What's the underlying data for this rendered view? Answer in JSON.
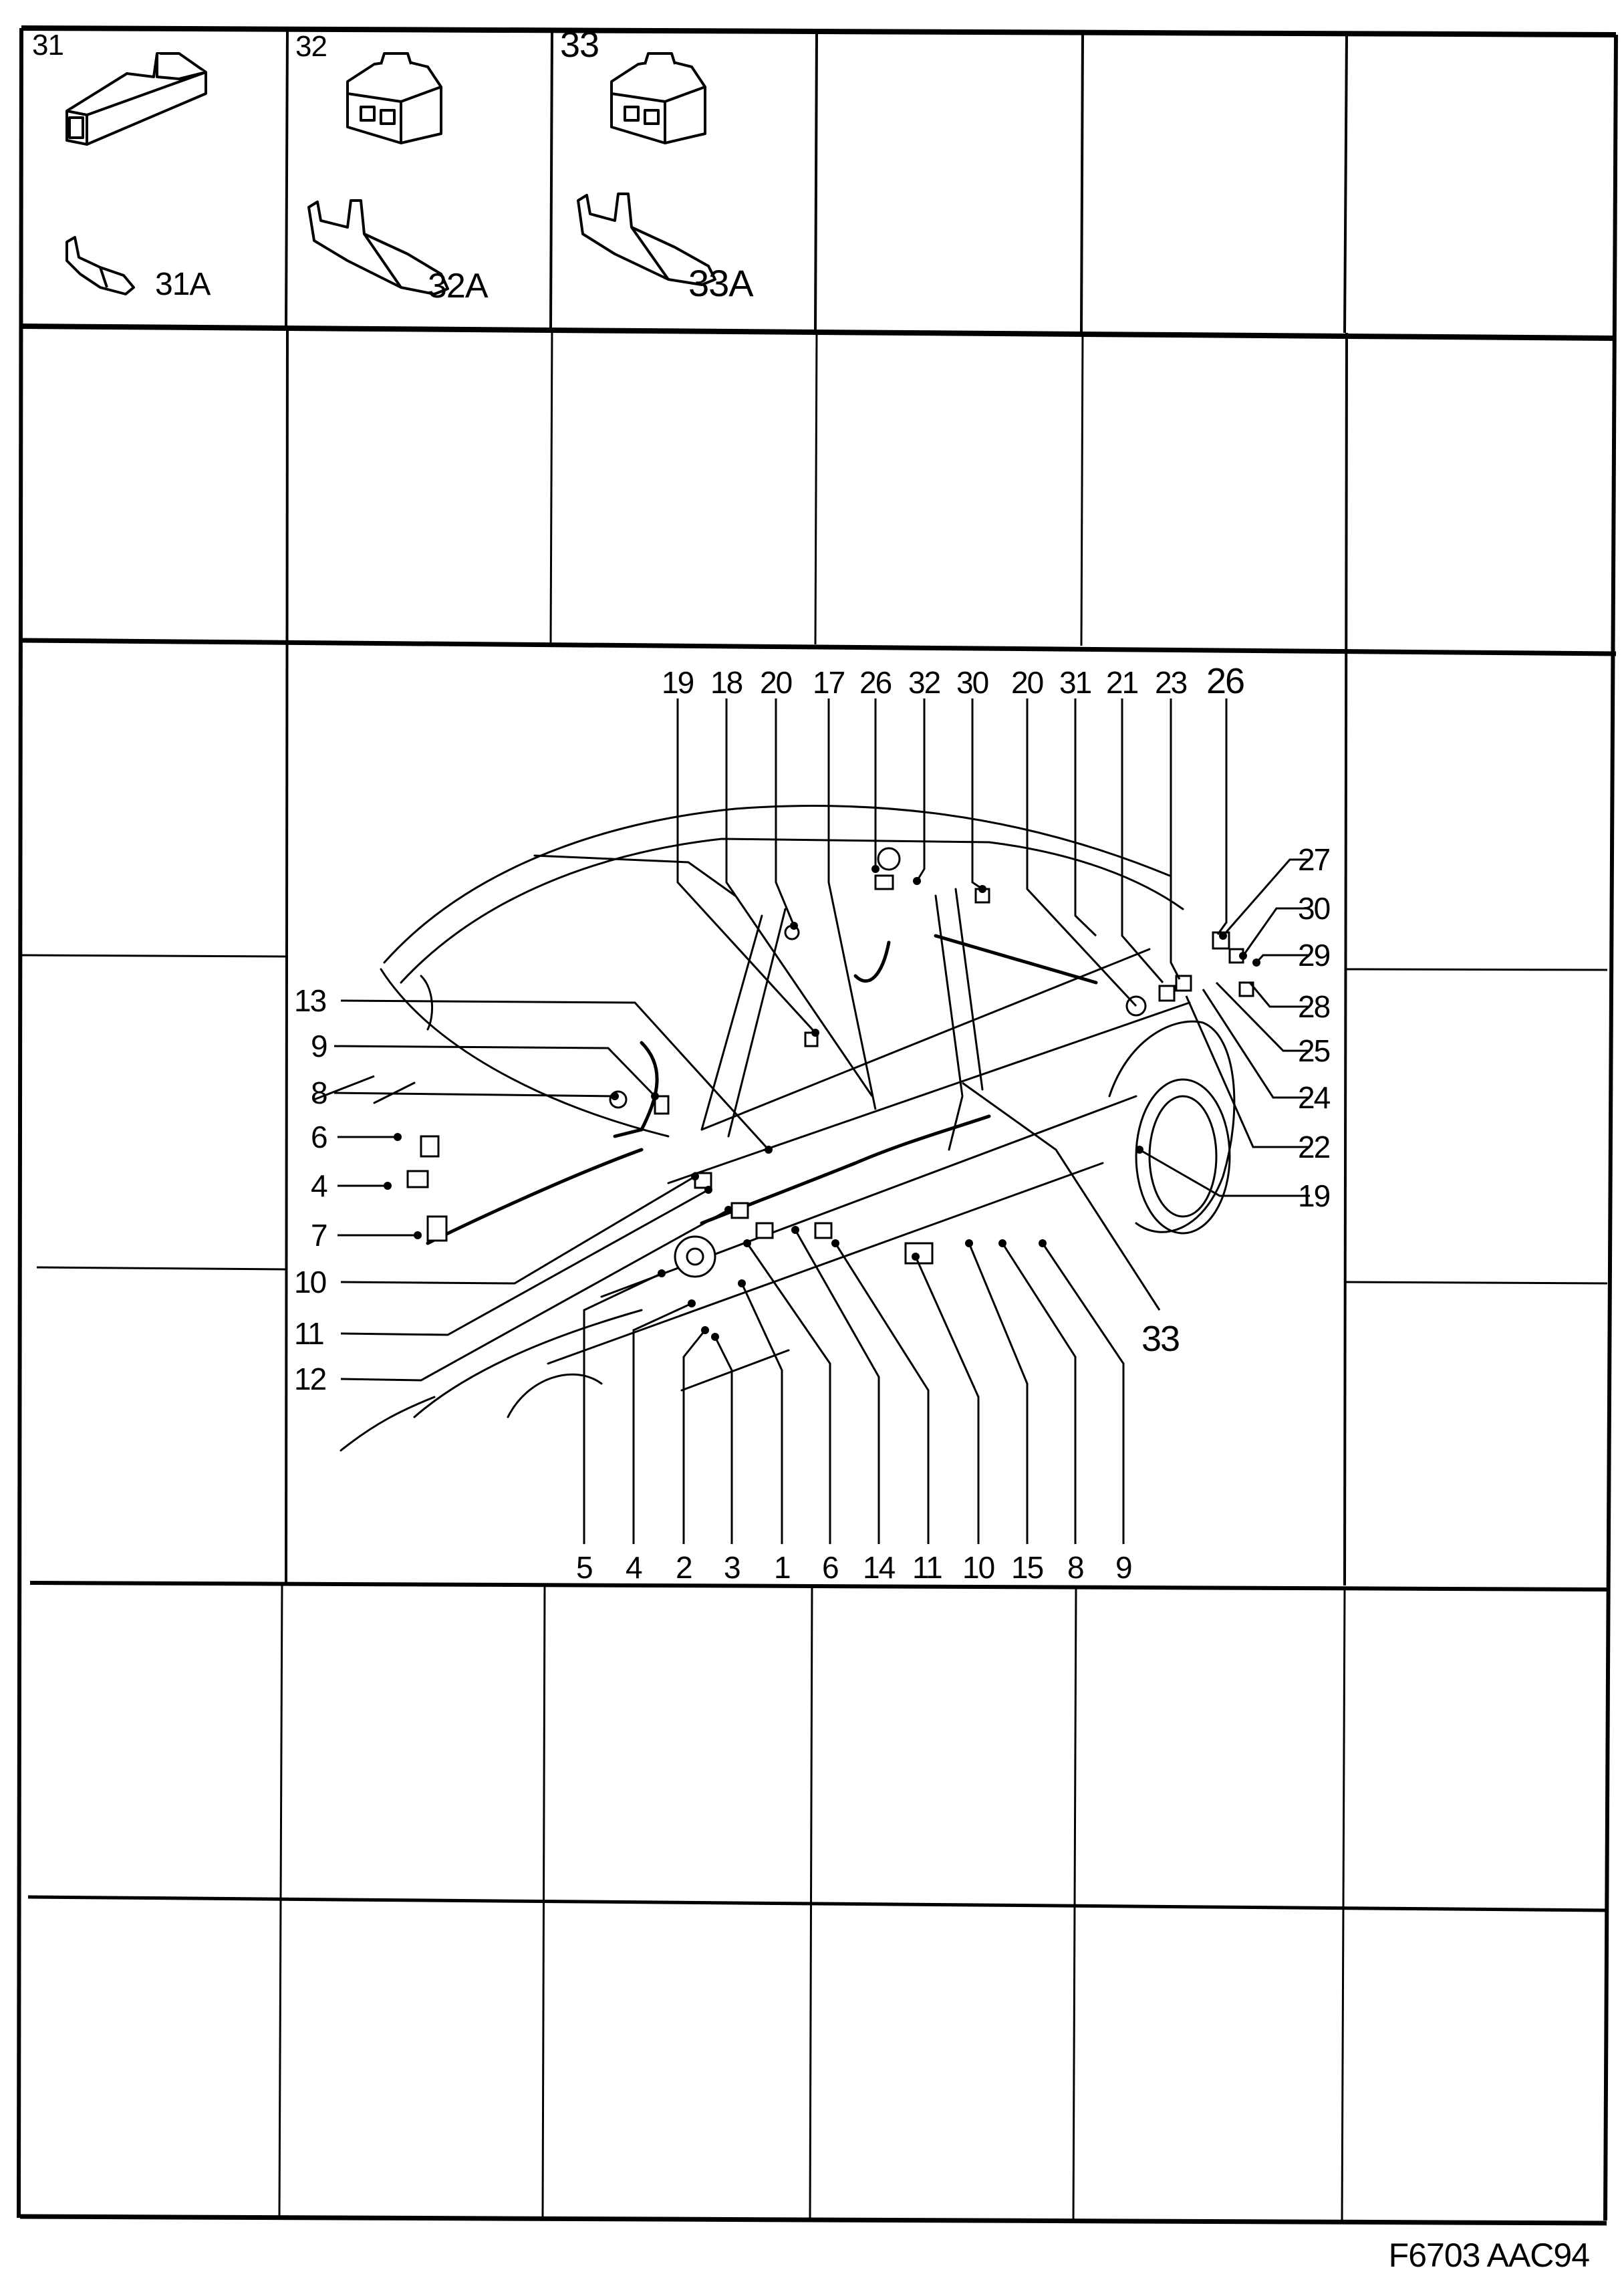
{
  "page": {
    "footer_code": "F6703 AAC94"
  },
  "connector_cells": [
    {
      "part": "31",
      "terminal": "31A"
    },
    {
      "part": "32",
      "terminal": "32A"
    },
    {
      "part": "33",
      "terminal": "33A"
    }
  ],
  "diagram": {
    "subject": "Car body wiring harness, rear / side view with numbered connectors",
    "top_callouts": [
      "19",
      "18",
      "20",
      "17",
      "26",
      "32",
      "30",
      "20",
      "31",
      "21",
      "23",
      "26"
    ],
    "left_callouts": [
      "13",
      "9",
      "8",
      "6",
      "4",
      "7",
      "10",
      "11",
      "12"
    ],
    "right_callouts": [
      "27",
      "30",
      "29",
      "28",
      "25",
      "24",
      "22",
      "19"
    ],
    "bottom_callouts": [
      "5",
      "4",
      "2",
      "3",
      "1",
      "6",
      "14",
      "11",
      "10",
      "15",
      "8",
      "9"
    ],
    "loose_callouts": [
      "33"
    ]
  },
  "colors": {
    "ink": "#000000",
    "paper": "#ffffff"
  }
}
